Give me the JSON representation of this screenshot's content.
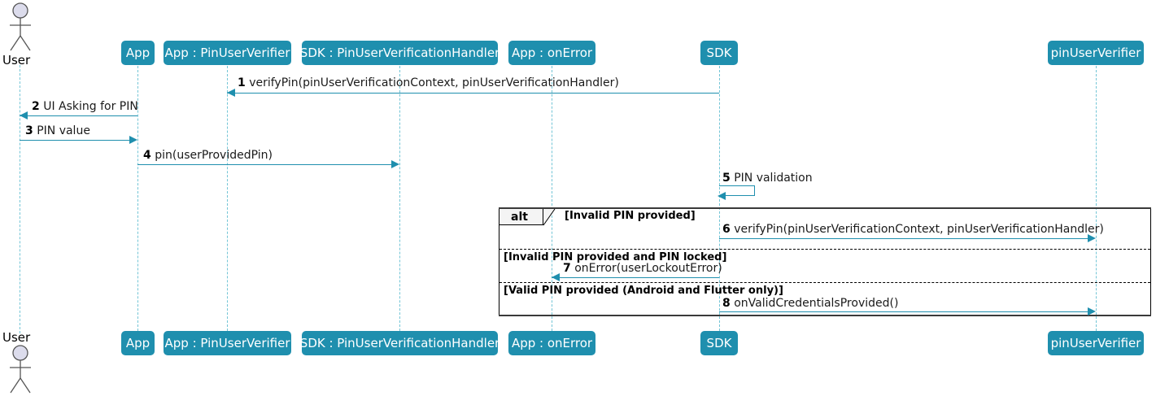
{
  "diagram": {
    "type": "uml-sequence-diagram",
    "colors": {
      "participant_fill": "#1f8fae",
      "participant_text": "#ffffff",
      "lifeline": "#73c5d6",
      "arrow": "#1f8fae",
      "frame_border": "#000000",
      "frame_tab_fill": "#f4f4f4",
      "actor_head_fill": "#dcdcec"
    },
    "actor": {
      "name": "User"
    },
    "participants": [
      {
        "id": "app",
        "label": "App"
      },
      {
        "id": "app_pinuserverifier",
        "label": "App : PinUserVerifier"
      },
      {
        "id": "sdk_pinuserverificationhandler",
        "label": "SDK : PinUserVerificationHandler"
      },
      {
        "id": "app_onerror",
        "label": "App : onError"
      },
      {
        "id": "sdk",
        "label": "SDK"
      },
      {
        "id": "pinuserverifier",
        "label": "pinUserVerifier"
      }
    ],
    "messages": [
      {
        "number": "1",
        "text": "verifyPin(pinUserVerificationContext, pinUserVerificationHandler)",
        "from": "sdk",
        "to": "app_pinuserverifier",
        "direction": "left"
      },
      {
        "number": "2",
        "text": "UI Asking for PIN",
        "from": "app",
        "to": "user",
        "direction": "left"
      },
      {
        "number": "3",
        "text": "PIN value",
        "from": "user",
        "to": "app",
        "direction": "right"
      },
      {
        "number": "4",
        "text": "pin(userProvidedPin)",
        "from": "app",
        "to": "sdk_pinuserverificationhandler",
        "direction": "right"
      },
      {
        "number": "5",
        "text": "PIN validation",
        "from": "sdk",
        "to": "sdk",
        "direction": "self"
      },
      {
        "number": "6",
        "text": "verifyPin(pinUserVerificationContext, pinUserVerificationHandler)",
        "from": "sdk",
        "to": "pinuserverifier",
        "direction": "right"
      },
      {
        "number": "7",
        "text": "onError(userLockoutError)",
        "from": "sdk",
        "to": "app_onerror",
        "direction": "left"
      },
      {
        "number": "8",
        "text": "onValidCredentialsProvided()",
        "from": "sdk",
        "to": "pinuserverifier",
        "direction": "right"
      }
    ],
    "fragment": {
      "operator": "alt",
      "guards": [
        "[Invalid PIN provided]",
        "[Invalid PIN provided and PIN locked]",
        "[Valid PIN provided (Android and Flutter only)]"
      ]
    }
  }
}
